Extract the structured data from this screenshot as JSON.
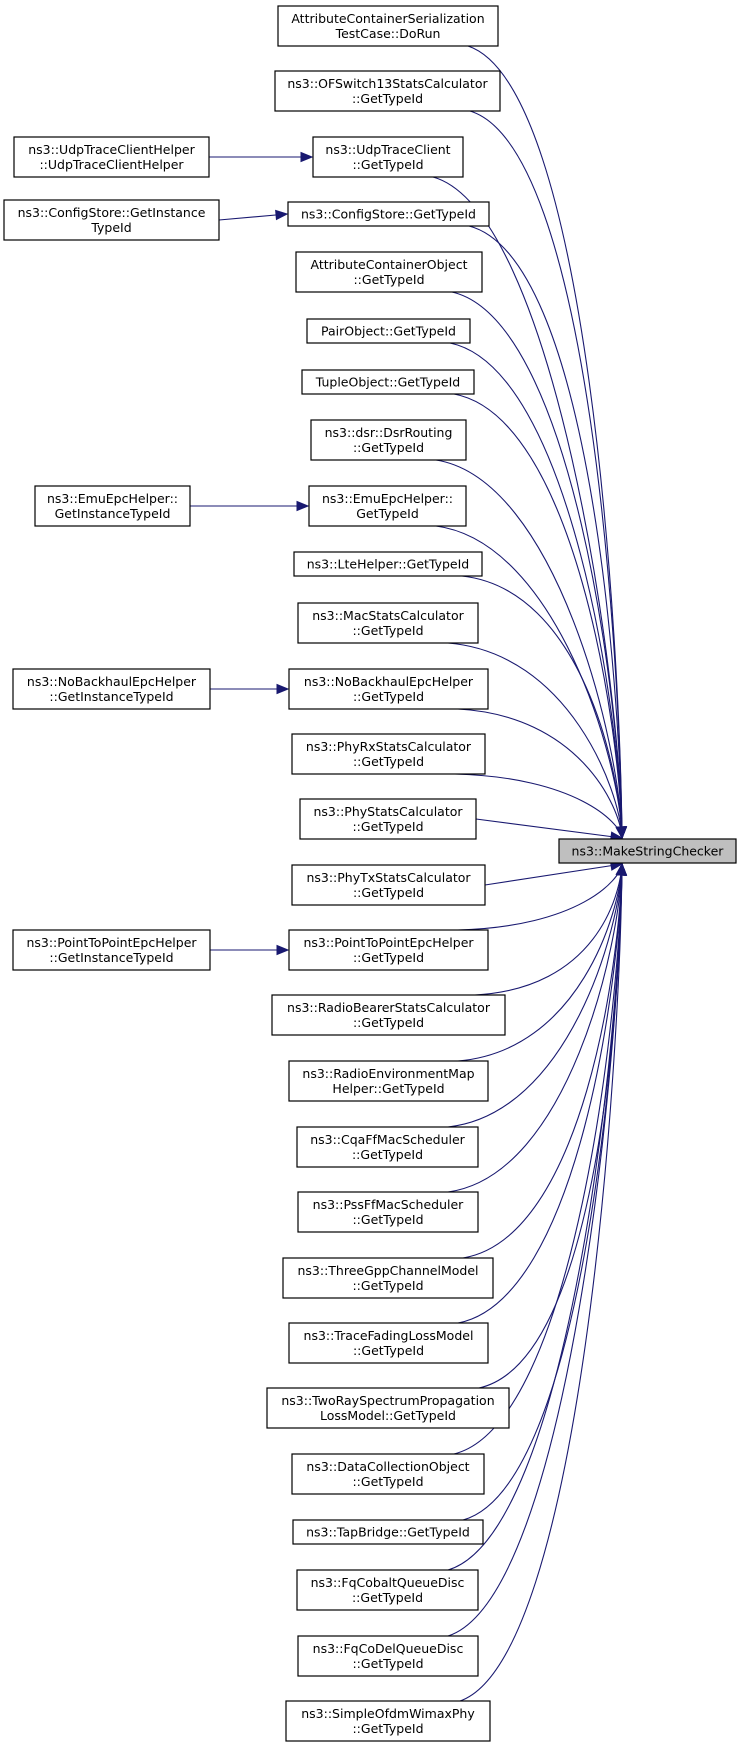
{
  "graph_title": "",
  "target": {
    "id": "T",
    "lines": [
      "ns3::MakeStringChecker"
    ]
  },
  "edge_color": "#191970",
  "target_fill": "#bfbfbf",
  "callers": [
    {
      "id": "n1",
      "lines": [
        "AttributeContainerSerialization",
        "TestCase::DoRun"
      ]
    },
    {
      "id": "n2",
      "lines": [
        "ns3::OFSwitch13StatsCalculator",
        "::GetTypeId"
      ]
    },
    {
      "id": "n3",
      "lines": [
        "ns3::UdpTraceClient",
        "::GetTypeId"
      ]
    },
    {
      "id": "n4",
      "lines": [
        "ns3::ConfigStore::GetTypeId"
      ]
    },
    {
      "id": "n5",
      "lines": [
        "AttributeContainerObject",
        "::GetTypeId"
      ]
    },
    {
      "id": "n6",
      "lines": [
        "PairObject::GetTypeId"
      ]
    },
    {
      "id": "n7",
      "lines": [
        "TupleObject::GetTypeId"
      ]
    },
    {
      "id": "n8",
      "lines": [
        "ns3::dsr::DsrRouting",
        "::GetTypeId"
      ]
    },
    {
      "id": "n9",
      "lines": [
        "ns3::EmuEpcHelper::",
        "GetTypeId"
      ]
    },
    {
      "id": "n10",
      "lines": [
        "ns3::LteHelper::GetTypeId"
      ]
    },
    {
      "id": "n11",
      "lines": [
        "ns3::MacStatsCalculator",
        "::GetTypeId"
      ]
    },
    {
      "id": "n12",
      "lines": [
        "ns3::NoBackhaulEpcHelper",
        "::GetTypeId"
      ]
    },
    {
      "id": "n13",
      "lines": [
        "ns3::PhyRxStatsCalculator",
        "::GetTypeId"
      ]
    },
    {
      "id": "n14",
      "lines": [
        "ns3::PhyStatsCalculator",
        "::GetTypeId"
      ]
    },
    {
      "id": "n15",
      "lines": [
        "ns3::PhyTxStatsCalculator",
        "::GetTypeId"
      ]
    },
    {
      "id": "n16",
      "lines": [
        "ns3::PointToPointEpcHelper",
        "::GetTypeId"
      ]
    },
    {
      "id": "n17",
      "lines": [
        "ns3::RadioBearerStatsCalculator",
        "::GetTypeId"
      ]
    },
    {
      "id": "n18",
      "lines": [
        "ns3::RadioEnvironmentMap",
        "Helper::GetTypeId"
      ]
    },
    {
      "id": "n19",
      "lines": [
        "ns3::CqaFfMacScheduler",
        "::GetTypeId"
      ]
    },
    {
      "id": "n20",
      "lines": [
        "ns3::PssFfMacScheduler",
        "::GetTypeId"
      ]
    },
    {
      "id": "n21",
      "lines": [
        "ns3::ThreeGppChannelModel",
        "::GetTypeId"
      ]
    },
    {
      "id": "n22",
      "lines": [
        "ns3::TraceFadingLossModel",
        "::GetTypeId"
      ]
    },
    {
      "id": "n23",
      "lines": [
        "ns3::TwoRaySpectrumPropagation",
        "LossModel::GetTypeId"
      ]
    },
    {
      "id": "n24",
      "lines": [
        "ns3::DataCollectionObject",
        "::GetTypeId"
      ]
    },
    {
      "id": "n25",
      "lines": [
        "ns3::TapBridge::GetTypeId"
      ]
    },
    {
      "id": "n26",
      "lines": [
        "ns3::FqCobaltQueueDisc",
        "::GetTypeId"
      ]
    },
    {
      "id": "n27",
      "lines": [
        "ns3::FqCoDelQueueDisc",
        "::GetTypeId"
      ]
    },
    {
      "id": "n28",
      "lines": [
        "ns3::SimpleOfdmWimaxPhy",
        "::GetTypeId"
      ]
    }
  ],
  "second_level": [
    {
      "id": "s1",
      "lines": [
        "ns3::UdpTraceClientHelper",
        "::UdpTraceClientHelper"
      ],
      "calls": "n3"
    },
    {
      "id": "s2",
      "lines": [
        "ns3::ConfigStore::GetInstance",
        "TypeId"
      ],
      "calls": "n4"
    },
    {
      "id": "s3",
      "lines": [
        "ns3::EmuEpcHelper::",
        "GetInstanceTypeId"
      ],
      "calls": "n9"
    },
    {
      "id": "s4",
      "lines": [
        "ns3::NoBackhaulEpcHelper",
        "::GetInstanceTypeId"
      ],
      "calls": "n12"
    },
    {
      "id": "s5",
      "lines": [
        "ns3::PointToPointEpcHelper",
        "::GetInstanceTypeId"
      ],
      "calls": "n16"
    }
  ]
}
